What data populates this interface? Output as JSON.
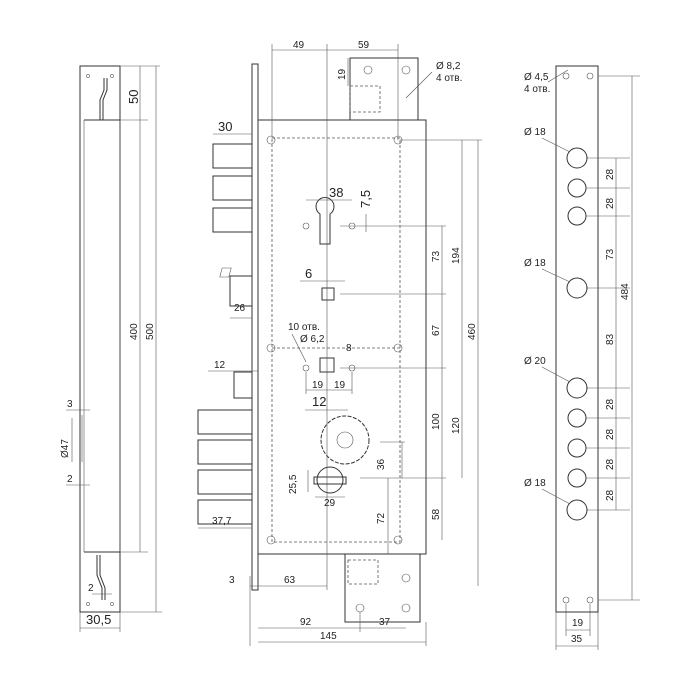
{
  "left_view": {
    "w_30_5": "30,5",
    "h_50": "50",
    "h_400": "400",
    "h_500": "500",
    "t_3": "3",
    "d47": "Ø47",
    "t_2a": "2",
    "t_2b": "2"
  },
  "center_view": {
    "w49": "49",
    "w59": "59",
    "h19": "19",
    "d82": "Ø 8,2",
    "n4": "4 отв.",
    "w30": "30",
    "w38": "38",
    "h75": "7,5",
    "sq6": "6",
    "w26": "26",
    "n10": "10 отв.",
    "d62": "Ø 6,2",
    "sq8": "8",
    "w12a": "12",
    "w19a": "19",
    "w19b": "19",
    "w12b": "12",
    "h255": "25,5",
    "w29": "29",
    "w377": "37,7",
    "h73": "73",
    "h194": "194",
    "h67": "67",
    "h460": "460",
    "h100": "100",
    "h120": "120",
    "h36": "36",
    "h72": "72",
    "h58": "58",
    "w3": "3",
    "w63": "63",
    "w92": "92",
    "w37": "37",
    "w145": "145"
  },
  "right_view": {
    "d45": "Ø 4,5",
    "n4": "4 отв.",
    "d18a": "Ø 18",
    "d18b": "Ø 18",
    "d20": "Ø 20",
    "d18c": "Ø 18",
    "s28a": "28",
    "s28b": "28",
    "s73": "73",
    "s83": "83",
    "s28c": "28",
    "s28d": "28",
    "s28e": "28",
    "s28f": "28",
    "h484": "484",
    "w19": "19",
    "w35": "35"
  }
}
